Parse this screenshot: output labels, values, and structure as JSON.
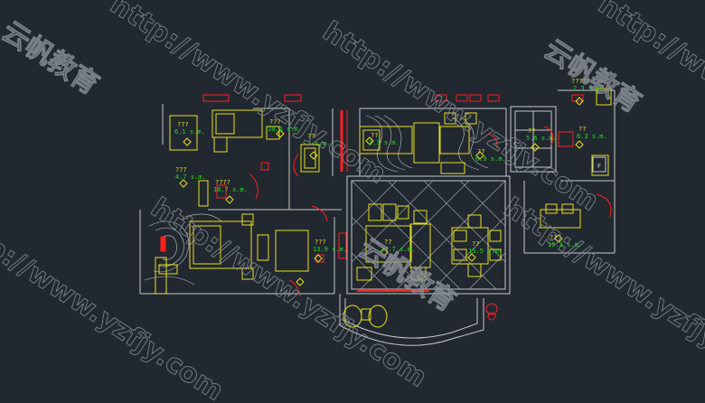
{
  "colors": {
    "background": "#212830",
    "wall": "#c8c8c8",
    "furniture": "#e8e020",
    "accent": "#ff2020",
    "label": "#20e020",
    "label_alt": "#e8e020",
    "watermark": "#8a9098"
  },
  "watermark": {
    "url": "http://www.yzfjy.com",
    "brand": "云帆教育"
  },
  "rooms": [
    {
      "name": "???",
      "area": "6.1 s.m."
    },
    {
      "name": "???",
      "area": "10.6 s.m."
    },
    {
      "name": "??",
      "area": "3 s.m."
    },
    {
      "name": "??",
      "area": "3.3 s.m."
    },
    {
      "name": "???",
      "area": "4.7 s.m."
    },
    {
      "name": "????",
      "area": "10.7 s.m."
    },
    {
      "name": "??",
      "area": "6.9 s.m."
    },
    {
      "name": "??",
      "area": "5.6 s.m."
    },
    {
      "name": "??",
      "area": "6.3 s.m."
    },
    {
      "name": "?????",
      "area": "2.3 s.m."
    },
    {
      "name": "???",
      "area": "13.9 s.m."
    },
    {
      "name": "??",
      "area": "24.7 s.m."
    },
    {
      "name": "??",
      "area": "15.5 s.m."
    },
    {
      "name": "??",
      "area": "15.3 s.m."
    }
  ],
  "marks": {
    "f_label": "F"
  }
}
